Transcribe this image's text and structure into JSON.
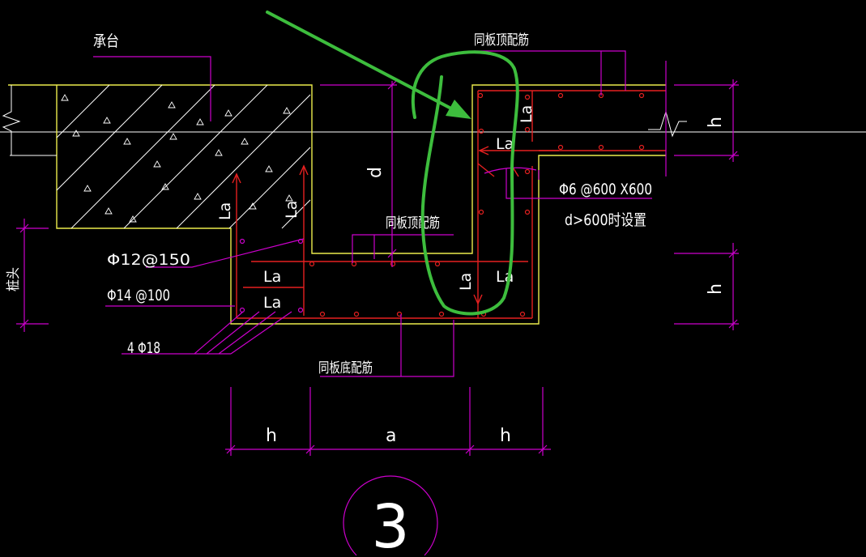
{
  "detail_number": "3",
  "labels": {
    "cap": "承台",
    "top_rebar_upper": "同板顶配筋",
    "top_rebar_middle": "同板顶配筋",
    "bottom_rebar": "同板底配筋",
    "tie_spec": "Φ6 @600 X600",
    "tie_condition": "d>600时设置",
    "rebar_phi12": "Φ12@150",
    "rebar_phi14": "Φ14 @100",
    "rebar_4phi18": "4 Φ18",
    "pile_head": "桩头",
    "anchorage": "La"
  },
  "dimensions": {
    "depth": "d",
    "right_upper": "h",
    "right_lower": "h",
    "bottom_left": "h",
    "bottom_middle": "a",
    "bottom_right": "h"
  },
  "colors": {
    "background": "#000000",
    "outline": "#ecec4c",
    "dimension": "#cc00cc",
    "rebar": "#e52020",
    "annotation_mark": "#3dbd3d",
    "ink": "#ffffff"
  }
}
